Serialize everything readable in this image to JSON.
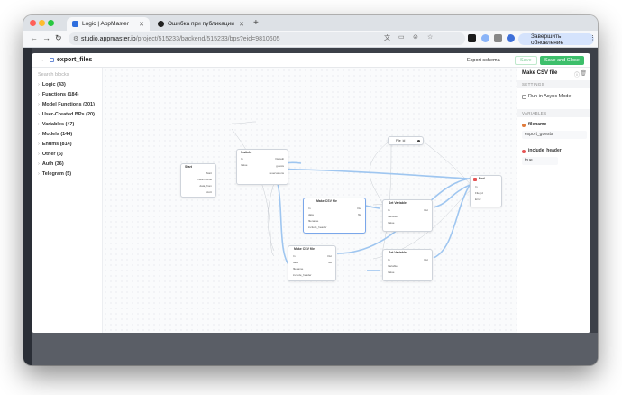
{
  "browser": {
    "tabs": [
      {
        "title": "Logic | AppMaster",
        "active": true
      },
      {
        "title": "Ошибка при публикации",
        "active": false
      }
    ],
    "url_host": "studio.appmaster.io",
    "url_path": "/project/515233/backend/515233/bps?eid=9810605",
    "update_label": "Завершить обновление"
  },
  "editor": {
    "title": "export_files",
    "export_schema": "Export schema",
    "save": "Save",
    "save_close": "Save and Close"
  },
  "left_sidebar": {
    "search_placeholder": "Search blocks",
    "items": [
      "Logic (43)",
      "Functions (184)",
      "Model Functions (301)",
      "User-Created BPs (20)",
      "Variables (47)",
      "Models (144)",
      "Enums (814)",
      "Other (5)",
      "Auth (36)",
      "Telegram (5)"
    ]
  },
  "right_sidebar": {
    "title": "Make CSV file",
    "settings_label": "SETTINGS",
    "async_label": "Run in Async Mode",
    "variables_label": "VARIABLES",
    "vars": [
      {
        "name": "filename",
        "value": "export_guests"
      },
      {
        "name": "include_header",
        "value": "true"
      }
    ]
  },
  "nodes": {
    "start": {
      "title": "Start",
      "ports": [
        "Start",
        "clean name",
        "data_from",
        "Acct"
      ]
    },
    "switch": {
      "title": "Switch",
      "ports": [
        "In",
        "Value",
        "Default",
        "guests",
        "reservations"
      ]
    },
    "csv1": {
      "title": "Make CSV file",
      "ports": [
        "In",
        "data",
        "filename",
        "include_header",
        "Out",
        "file"
      ]
    },
    "csv2": {
      "title": "Make CSV file",
      "ports": [
        "In",
        "data",
        "filename",
        "include_header",
        "Out",
        "file"
      ]
    },
    "setvar1": {
      "title": "Set Variable",
      "ports": [
        "In",
        "Variable",
        "Value",
        "Out"
      ]
    },
    "setvar2": {
      "title": "Set Variable",
      "ports": [
        "In",
        "Variable",
        "Value",
        "Out"
      ]
    },
    "fileid": {
      "title": "File_id"
    },
    "end": {
      "title": "End",
      "ports": [
        "In",
        "File_id",
        "Error"
      ]
    }
  },
  "colors": {
    "accent_green": "#3dbf6b",
    "edge_blue": "#9fc6f0",
    "end_red": "#e55353"
  }
}
